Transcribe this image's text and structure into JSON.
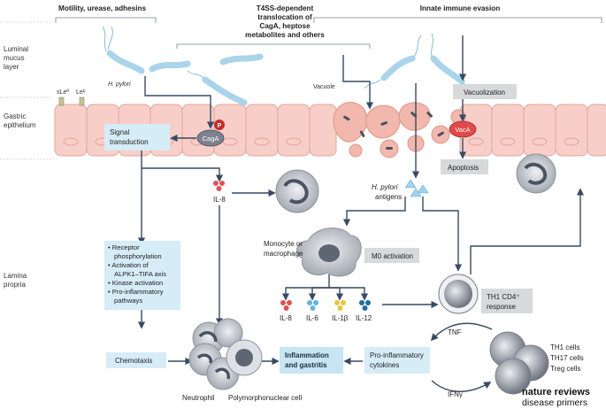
{
  "headers": {
    "motility": "Motility, urease, adhesins",
    "t4ss_l1": "T4SS-dependent",
    "t4ss_l2": "translocation of",
    "t4ss_l3": "CagA, heptose",
    "t4ss_l4": "metabolites and others",
    "innate": "Innate immune evasion"
  },
  "side_labels": {
    "mucus_l1": "Luminal",
    "mucus_l2": "mucus",
    "mucus_l3": "layer",
    "epith_l1": "Gastric",
    "epith_l2": "epithelium",
    "lamina_l1": "Lamina",
    "lamina_l2": "propria"
  },
  "labels": {
    "sle": "sLeª",
    "leb": "Leᵇ",
    "hpylori": "H. pylori",
    "vacuole": "Vacuole",
    "vacuolization": "Vacuolization",
    "vaca": "VacA",
    "apoptosis": "Apoptosis",
    "signal_l1": "Signal",
    "signal_l2": "transduction",
    "caga": "CagA",
    "p": "P",
    "il8_top": "IL-8",
    "antigens_l1": "H. pylori",
    "antigens_l2": "antigens",
    "monocyte_l1": "Monocyte or",
    "monocyte_l2": "macrophage",
    "m0": "M0 activation",
    "il8": "IL-8",
    "il6": "IL-6",
    "il1b": "IL-1β",
    "il12": "IL-12",
    "th1_l1": "TH1 CD4⁺",
    "th1_l2": "response",
    "tnf": "TNF",
    "ifng": "IFNγ",
    "procyt_l1": "Pro-inflammatory",
    "procyt_l2": "cytokines",
    "inflam_l1": "Inflammation",
    "inflam_l2": "and gastritis",
    "chemotaxis": "Chemotaxis",
    "neutrophil": "Neutrophil",
    "pmn": "Polymorphonuclear cell",
    "tcell_1": "TH1 cells",
    "tcell_2": "TH17 cells",
    "tcell_3": "Treg cells"
  },
  "pathway_list": [
    "Receptor",
    "phosphorylation",
    "Activation of",
    "ALPK1–TIFA axis",
    "Kinase activation",
    "Pro-inflammatory",
    "pathways"
  ],
  "brand": {
    "line1": "nature reviews",
    "line2": "disease primers"
  },
  "colors": {
    "cell_fill": "#f7cfc8",
    "cell_stroke": "#e4a59a",
    "box_fill": "#d6ecf6",
    "grey_box": "#d7d9db",
    "bacteria": "#a9d4ea",
    "arrow": "#384a63",
    "il8": "#e05252",
    "il6": "#62b4e3",
    "il1b": "#e7c53e",
    "il12": "#1d6fa0",
    "caga": "#7d8190",
    "vaca": "#e04a4a"
  }
}
